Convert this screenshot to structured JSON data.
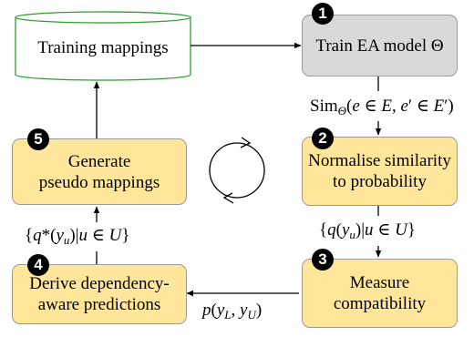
{
  "nodes": {
    "training_mappings": "Training mappings",
    "train_model": "Train EA model Θ",
    "normalise_line1": "Normalise similarity",
    "normalise_line2": "to probability",
    "measure_line1": "Measure",
    "measure_line2": "compatibility",
    "derive_line1": "Derive dependency-",
    "derive_line2": "aware predictions",
    "generate_line1": "Generate",
    "generate_line2": "pseudo mappings"
  },
  "badges": {
    "step1": "1",
    "step2": "2",
    "step3": "3",
    "step4": "4",
    "step5": "5"
  },
  "edge_labels": {
    "sim": "Sim_Θ(e ∈ E, e′ ∈ E′)",
    "q_dist": "{q(y_u)|u ∈ U}",
    "joint": "p(y_L, y_U)",
    "q_star": "{q*(y_u)|u ∈ U}"
  },
  "colors": {
    "step_box_fill": "#ffe69a",
    "model_box_fill": "#d9d9d9",
    "database_outline": "#2f9e2f"
  },
  "icons": {
    "cycle": "circular-cycle-arrows"
  }
}
